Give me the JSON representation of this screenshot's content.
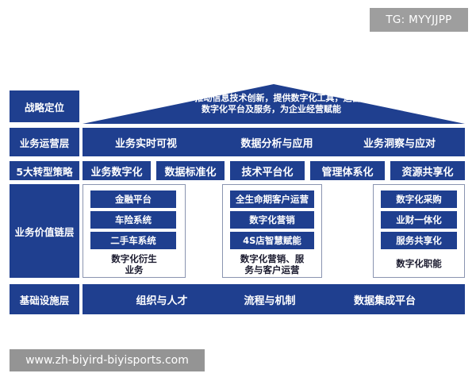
{
  "badge": "TG: MYYJJPP",
  "roof": {
    "line1": "推动信息技术创新，提供数字化工具，运营",
    "line2": "数字化平台及服务，为企业经营赋能"
  },
  "rows": {
    "positioning": {
      "label": "战略定位"
    },
    "operations": {
      "label": "业务运营层",
      "items": [
        "业务实时可视",
        "数据分析与应用",
        "业务洞察与应对"
      ]
    },
    "strategy": {
      "label": "5大转型策略",
      "items": [
        "业务数字化",
        "数据标准化",
        "技术平台化",
        "管理体系化",
        "资源共享化"
      ]
    },
    "value_chain": {
      "label": "业务价值链层",
      "panels": [
        {
          "items": [
            "金融平台",
            "车险系统",
            "二手车系统"
          ],
          "caption_line1": "数字化衍生",
          "caption_line2": "业务"
        },
        {
          "items": [
            "全生命期客户运营",
            "数字化营销",
            "4S店智慧赋能"
          ],
          "caption_line1": "数字化营销、服",
          "caption_line2": "务与客户运营"
        },
        {
          "items": [
            "数字化采购",
            "业财一体化",
            "服务共享化"
          ],
          "caption_line1": "数字化职能",
          "caption_line2": ""
        }
      ]
    },
    "infrastructure": {
      "label": "基础设施层",
      "items": [
        "组织与人才",
        "流程与机制",
        "数据集成平台"
      ]
    }
  },
  "watermark": "www.zh-biyird-biyisports.com",
  "colors": {
    "navy": "#1f3f8f",
    "grey_badge": "#9e9e9e"
  }
}
